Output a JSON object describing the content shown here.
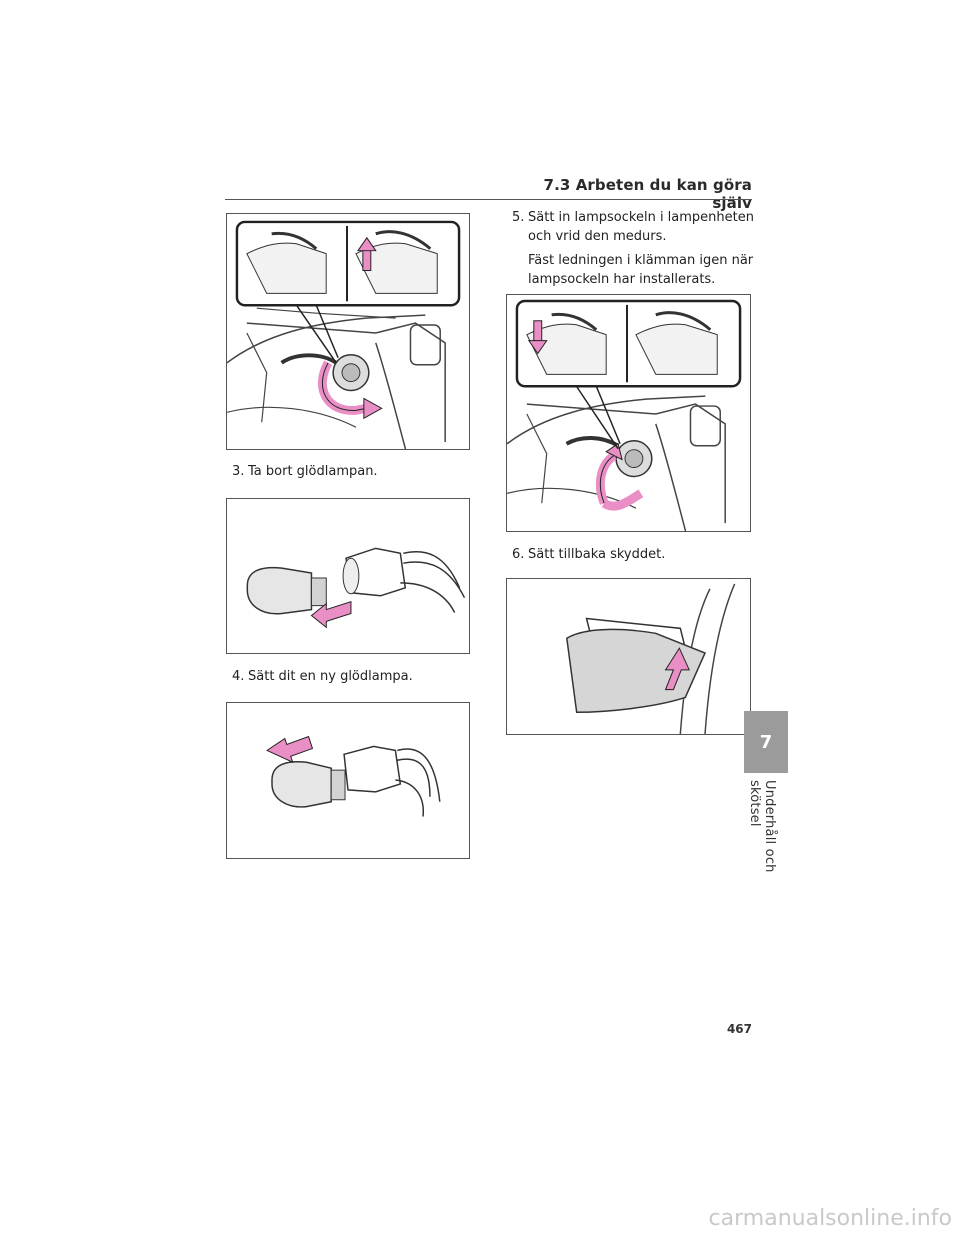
{
  "header": {
    "section_title": "7.3  Arbeten du kan göra själv"
  },
  "steps": [
    {
      "number": "3.",
      "text": "Ta bort glödlampan."
    },
    {
      "number": "4.",
      "text": "Sätt dit en ny glödlampa."
    },
    {
      "number": "5.",
      "text_line1": "Sätt in lampsockeln i lampenheten",
      "text_line2": "och vrid den medurs.",
      "note_line1": "Fäst ledningen i klämman igen när",
      "note_line2": "lampsockeln har installerats."
    },
    {
      "number": "6.",
      "text": "Sätt tillbaka skyddet."
    }
  ],
  "sidebar": {
    "chapter_number": "7",
    "chapter_label": "Underhåll och skötsel"
  },
  "footer": {
    "page_number": "467",
    "watermark": "carmanualsonline.info"
  },
  "colors": {
    "arrow_pink": "#e98fc6",
    "chapter_tab": "#9b9b9b"
  }
}
